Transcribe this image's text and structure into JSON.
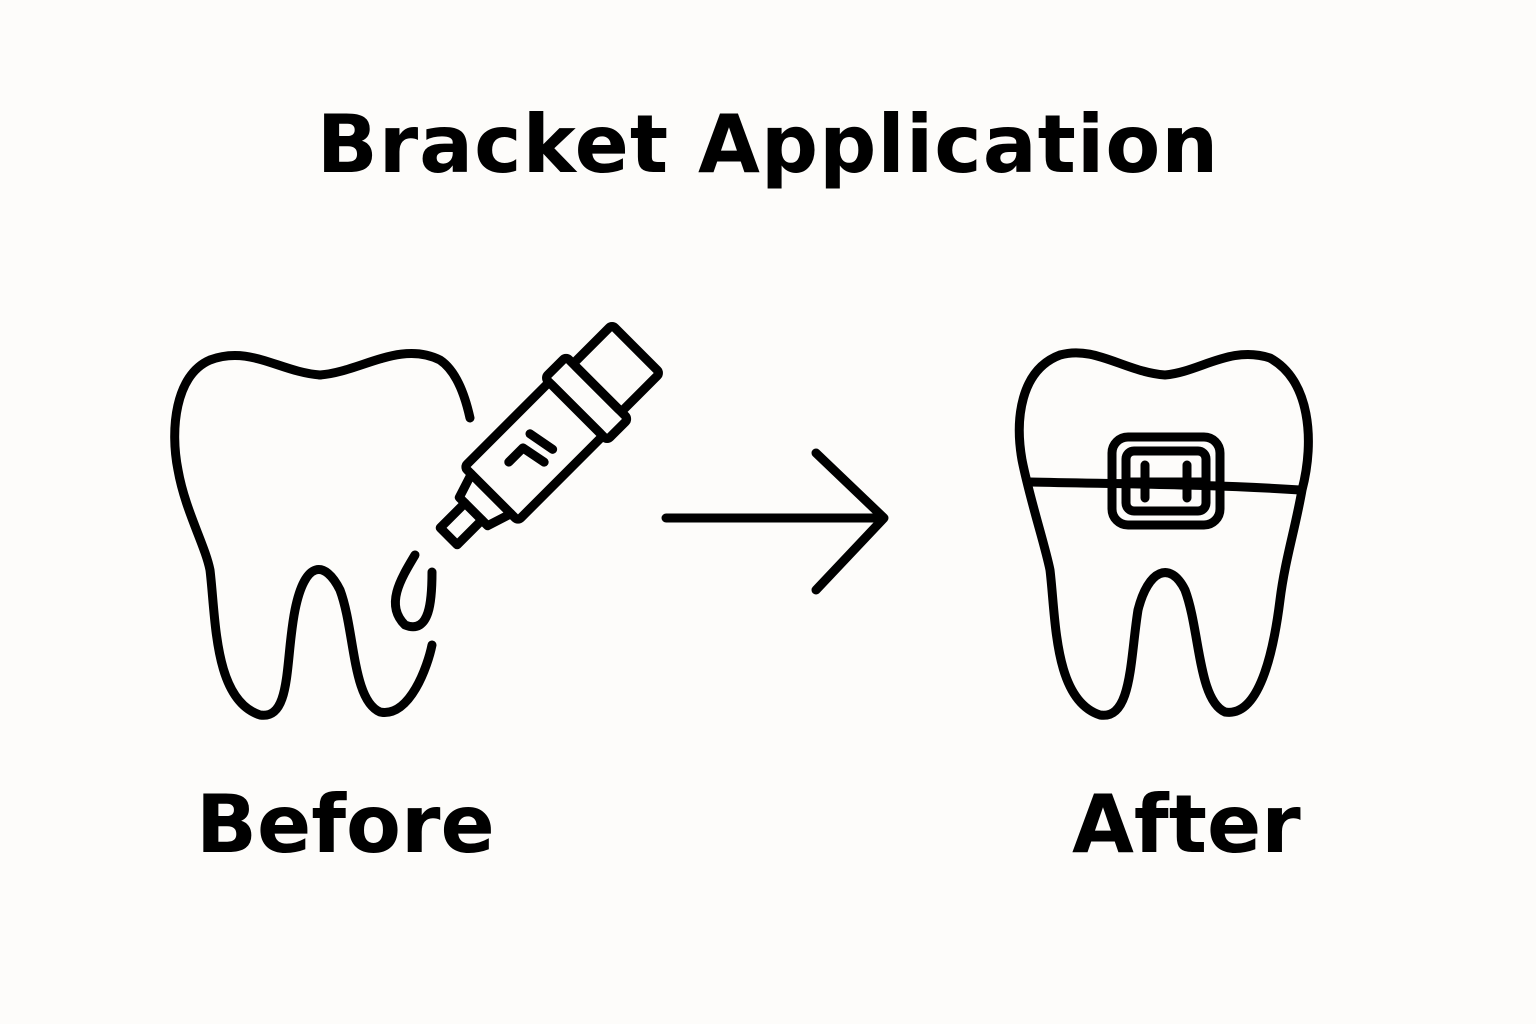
{
  "title": "Bracket Application",
  "labels": {
    "before": "Before",
    "after": "After"
  },
  "icons": [
    "tooth-with-adhesive-applicator-icon",
    "right-arrow-icon",
    "tooth-with-bracket-icon"
  ],
  "colors": {
    "background": "#fdfcfa",
    "ink": "#000000"
  }
}
